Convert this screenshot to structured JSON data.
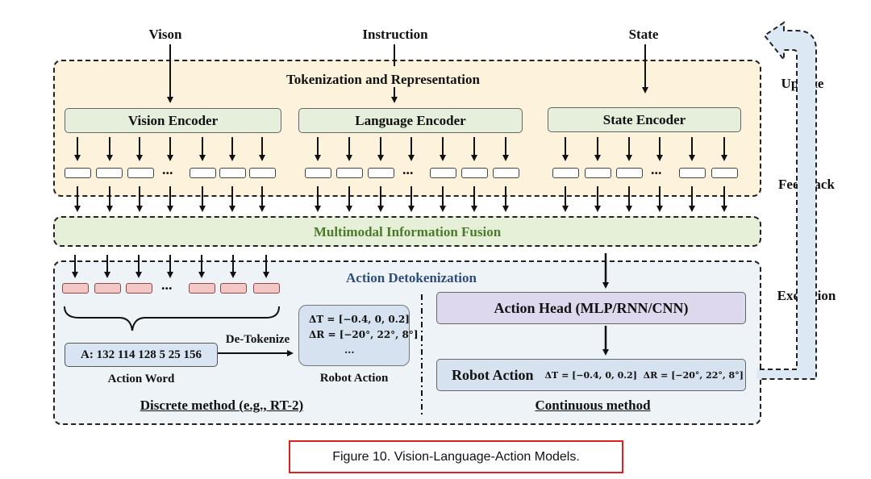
{
  "inputs": {
    "vision": "Vison",
    "instruction": "Instruction",
    "state": "State"
  },
  "tokenization": {
    "title": "Tokenization and Representation",
    "vision_encoder": "Vision Encoder",
    "language_encoder": "Language Encoder",
    "state_encoder": "State Encoder",
    "ellipsis": "..."
  },
  "fusion": {
    "title": "Multimodal Information Fusion"
  },
  "detokenization": {
    "title": "Action Detokenization",
    "action_word_value": "A: 132 114 128 5 25 156",
    "action_word_caption": "Action Word",
    "de_tokenize": "De-Tokenize",
    "delta_t": "ΔT = [−0.4, 0, 0.2]",
    "delta_r": "ΔR = [−20°, 22°, 8°]",
    "more": "...",
    "robot_action_caption": "Robot Action",
    "discrete_caption": "Discrete method (e.g., RT-2)",
    "action_head": "Action Head (MLP/RNN/CNN)",
    "robot_action_label": "Robot Action",
    "robot_action_values": "ΔT = [−0.4, 0, 0.2]  ΔR = [−20°, 22°, 8°]",
    "continuous_caption": "Continuous method"
  },
  "loop": {
    "update": "Update",
    "feedback": "Feedback",
    "execution": "Execution"
  },
  "caption": "Figure 10. Vision-Language-Action Models.",
  "colors": {
    "tokenization_bg": "#fdf3dd",
    "fusion_bg": "#e6efd7",
    "fusion_text": "#4b7a2a",
    "detok_bg": "#eef3f8",
    "detok_title": "#2e4d7a",
    "pink_token": "#f4c7c7",
    "action_word_bg": "#d9e4f2",
    "robot_action_bg": "#d6e2ef",
    "action_head_bg": "#ddd8ee",
    "loop_arrow": "#dce9f5",
    "caption_border": "#e02020"
  }
}
